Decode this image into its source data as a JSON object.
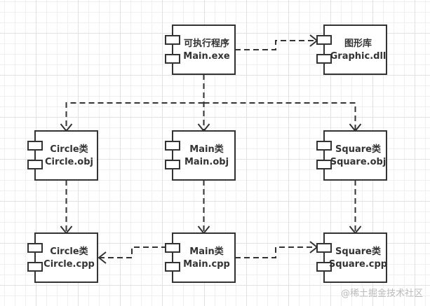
{
  "diagram": {
    "type": "UML component diagram",
    "components": [
      {
        "id": "main_exe",
        "line1": "可执行程序",
        "line2": "Main.exe"
      },
      {
        "id": "graphic_dll",
        "line1": "图形库",
        "line2": "Graphic.dll"
      },
      {
        "id": "circle_obj",
        "line1": "Circle类",
        "line2": "Circle.obj"
      },
      {
        "id": "main_obj",
        "line1": "Main类",
        "line2": "Main.obj"
      },
      {
        "id": "square_obj",
        "line1": "Square类",
        "line2": "Square.obj"
      },
      {
        "id": "circle_cpp",
        "line1": "Circle类",
        "line2": "Circle.cpp"
      },
      {
        "id": "main_cpp",
        "line1": "Main类",
        "line2": "Main.cpp"
      },
      {
        "id": "square_cpp",
        "line1": "Square类",
        "line2": "Square.cpp"
      }
    ],
    "dependencies": [
      {
        "from": "main_exe",
        "to": "graphic_dll",
        "style": "dashed"
      },
      {
        "from": "main_exe",
        "to": "circle_obj",
        "style": "dashed"
      },
      {
        "from": "main_exe",
        "to": "main_obj",
        "style": "dashed"
      },
      {
        "from": "main_exe",
        "to": "square_obj",
        "style": "dashed"
      },
      {
        "from": "circle_obj",
        "to": "circle_cpp",
        "style": "dashed"
      },
      {
        "from": "main_obj",
        "to": "main_cpp",
        "style": "dashed"
      },
      {
        "from": "square_obj",
        "to": "square_cpp",
        "style": "dashed"
      },
      {
        "from": "main_cpp",
        "to": "circle_cpp",
        "style": "dashed"
      },
      {
        "from": "main_cpp",
        "to": "square_cpp",
        "style": "dashed"
      }
    ],
    "colors": {
      "stroke": "#333333",
      "grid": "#e2e2e2",
      "background": "#ffffff"
    }
  },
  "watermark": "@稀土掘金技术社区"
}
